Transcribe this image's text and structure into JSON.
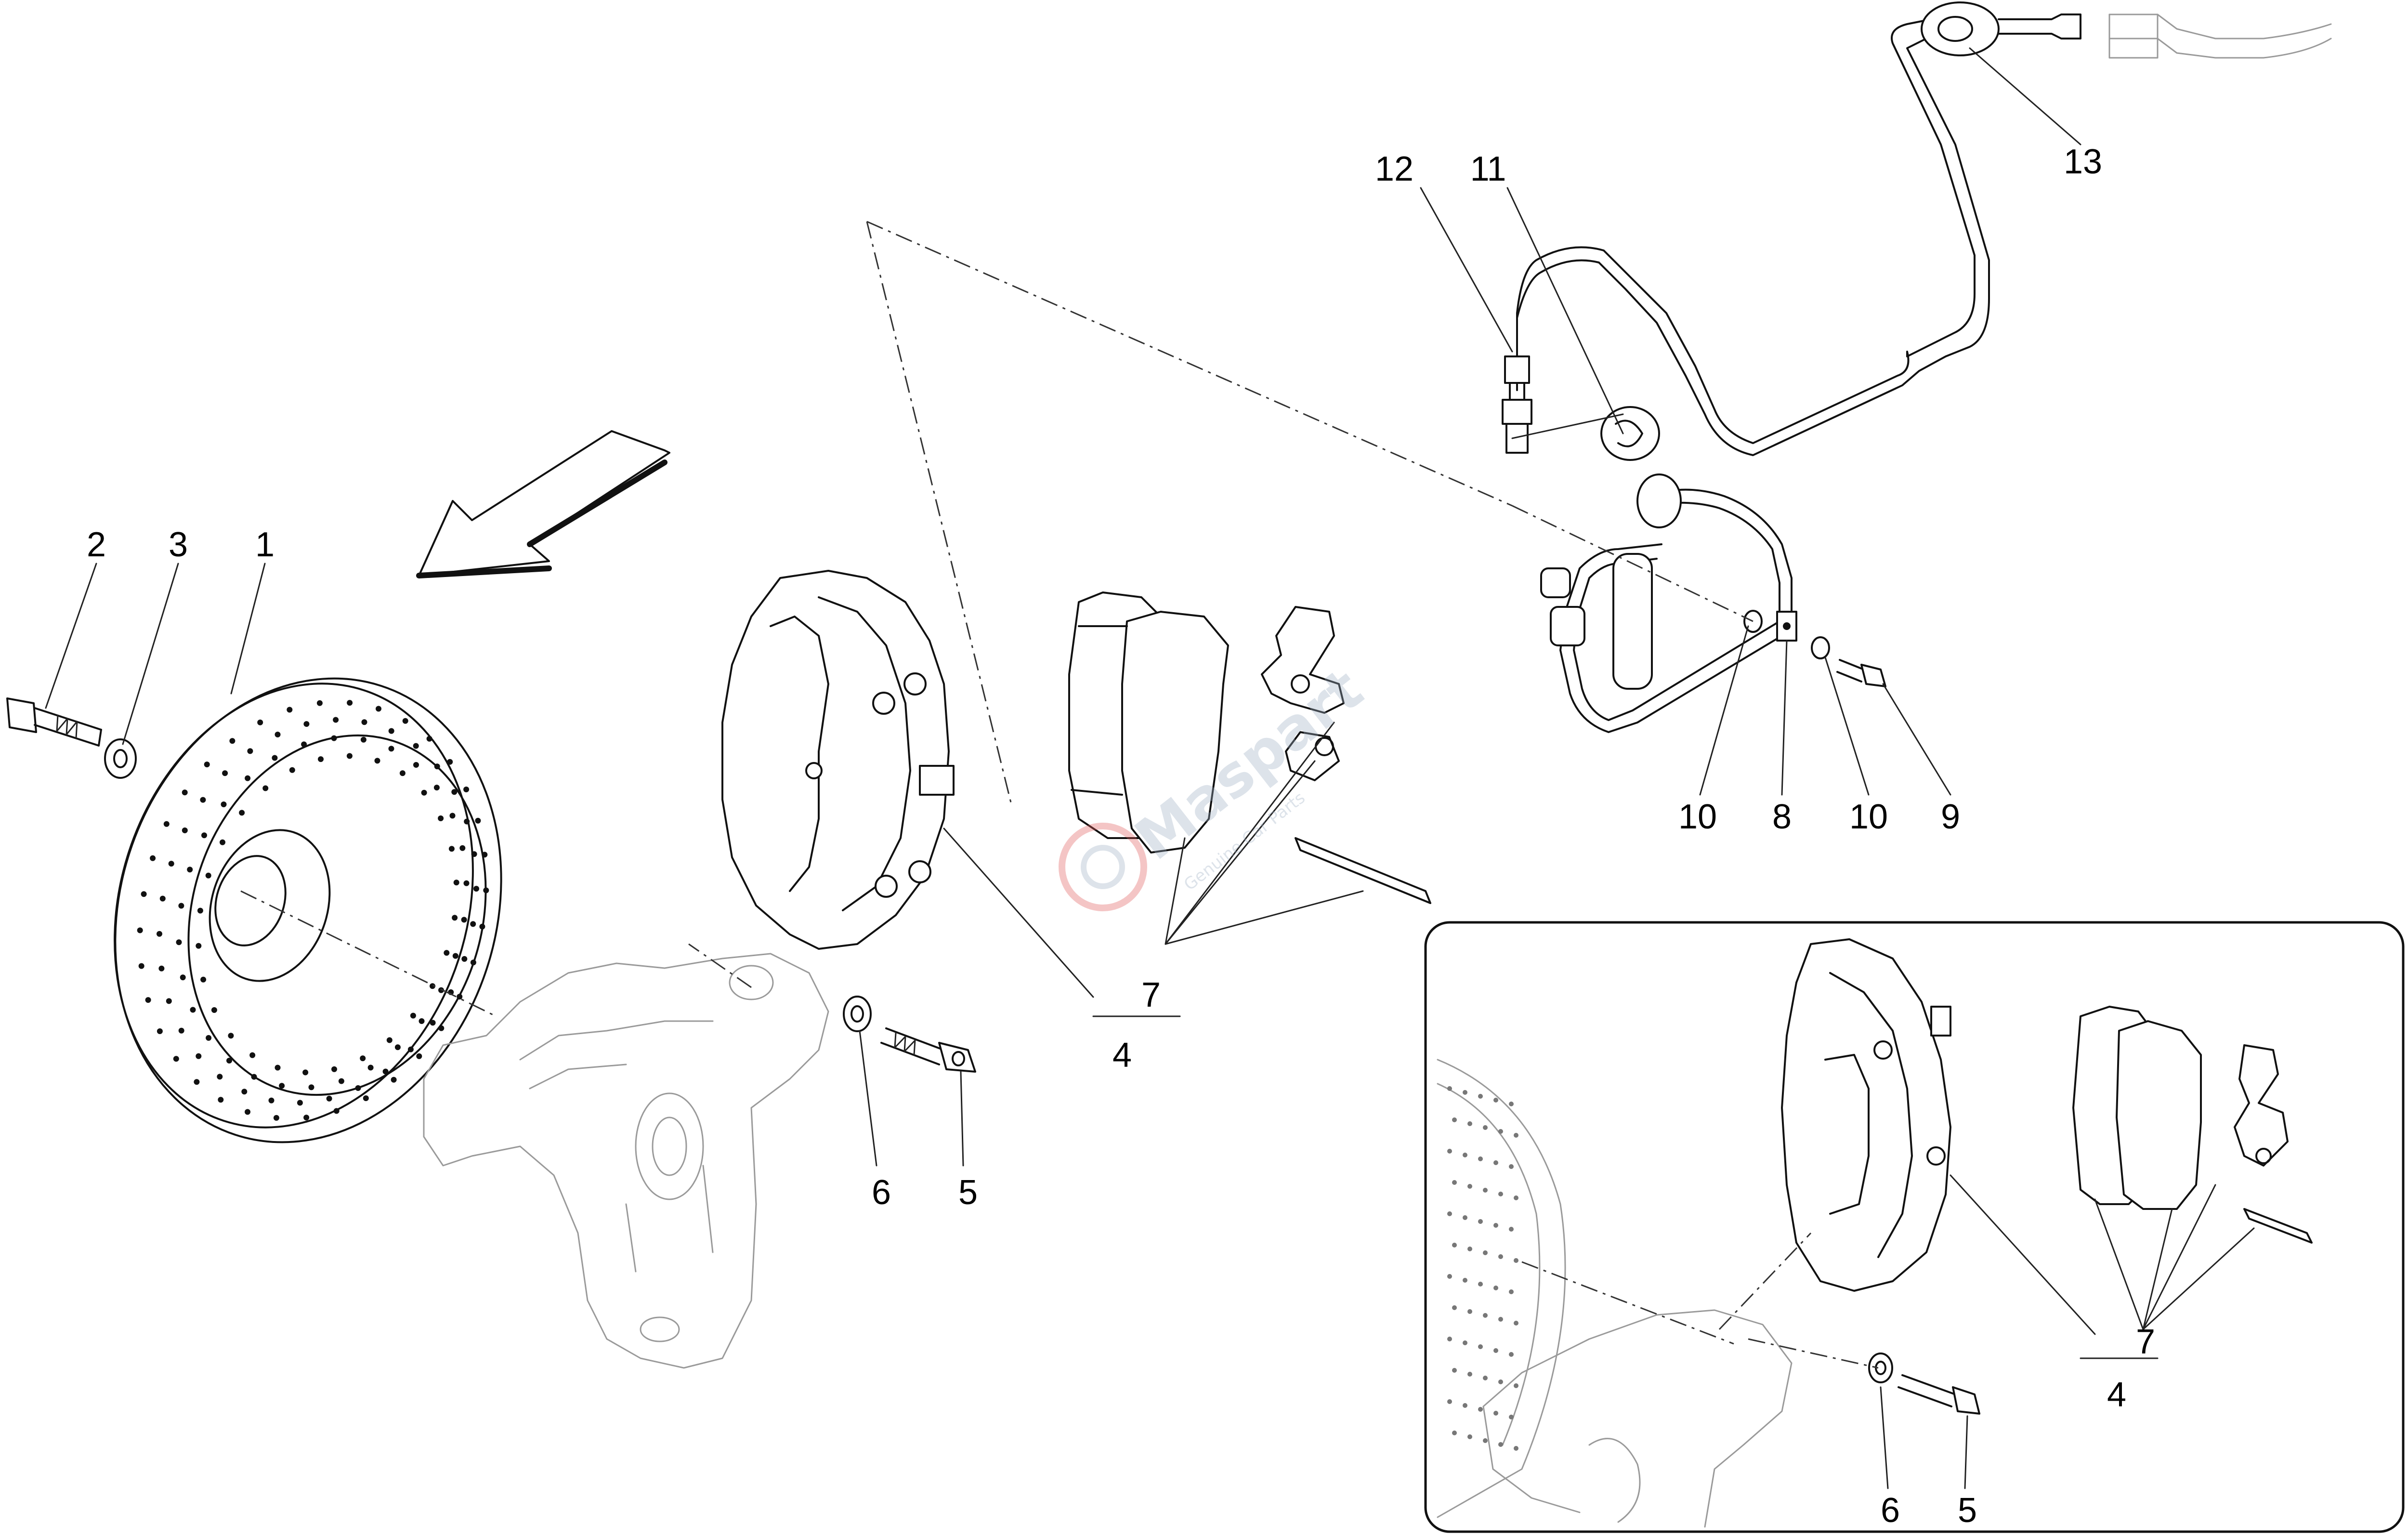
{
  "diagram": {
    "callouts": {
      "c1": "1",
      "c2": "2",
      "c3": "3",
      "c4a": "4",
      "c4b": "4",
      "c5a": "5",
      "c5b": "5",
      "c6a": "6",
      "c6b": "6",
      "c7a": "7",
      "c7b": "7",
      "c8": "8",
      "c9": "9",
      "c10a": "10",
      "c10b": "10",
      "c11": "11",
      "c12": "12",
      "c13": "13"
    },
    "watermark": {
      "brand": "Maspart",
      "tagline": "Genuine Car Parts"
    },
    "colors": {
      "line": "#111111",
      "ghost": "#9a9a9a",
      "watermark": "#9fb0c4",
      "watermark_badge": "#e05a5a"
    }
  }
}
